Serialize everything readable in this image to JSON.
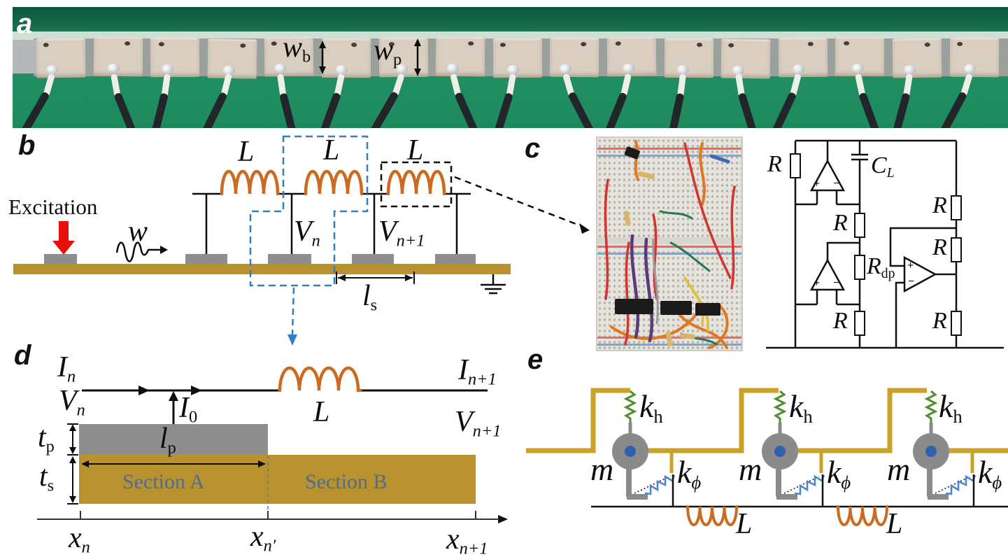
{
  "colors": {
    "pcb_green": "#1d8a5e",
    "beam_gold": "#b8922e",
    "patch_gray": "#8e8e8e",
    "coil_orange": "#cc6b1f",
    "blue_dash": "#2f7fc1",
    "red_arrow": "#e8100c",
    "section_text": "#4f6d94",
    "frame_gold": "#c9a227",
    "spring_green": "#4e8f2f",
    "spring_blue": "#4a86c8",
    "mass_gray": "#8a8a8a",
    "pivot_blue": "#2f5fad",
    "piezo_tan": "#d9cec0"
  },
  "panel_a": {
    "label": "a",
    "patch_count": 17,
    "wb_base": "w",
    "wb_sub": "b",
    "wp_base": "w",
    "wp_sub": "p"
  },
  "panel_b": {
    "label": "b",
    "excitation": "Excitation",
    "wave_label": "w",
    "coil_labels": [
      "L",
      "L",
      "L"
    ],
    "vn_base": "V",
    "vn_sub": "n",
    "vn1_base": "V",
    "vn1_sub": "n+1",
    "ls_base": "l",
    "ls_sub": "s"
  },
  "panel_c": {
    "label": "c",
    "r": "R",
    "cl_base": "C",
    "cl_sub": "L",
    "rdp_base": "R",
    "rdp_sub": "dp",
    "plus": "+",
    "minus": "−"
  },
  "panel_d": {
    "label": "d",
    "in_base": "I",
    "in_sub": "n",
    "vn_base": "V",
    "vn_sub": "n",
    "i0_base": "I",
    "i0_sub": "0",
    "coil_label": "L",
    "in1_base": "I",
    "in1_sub": "n+1",
    "vn1_base": "V",
    "vn1_sub": "n+1",
    "tp_base": "t",
    "tp_sub": "p",
    "lp_base": "l",
    "lp_sub": "p",
    "ts_base": "t",
    "ts_sub": "s",
    "section_a": "Section A",
    "section_b": "Section B",
    "xn_base": "x",
    "xn_sub": "n",
    "xnp_base": "x",
    "xnp_sub": "n′",
    "xn1_base": "x",
    "xn1_sub": "n+1"
  },
  "panel_e": {
    "label": "e",
    "m": "m",
    "kh_base": "k",
    "kh_sub": "h",
    "kphi_base": "k",
    "kphi_sub": "ϕ",
    "coil_label": "L"
  }
}
